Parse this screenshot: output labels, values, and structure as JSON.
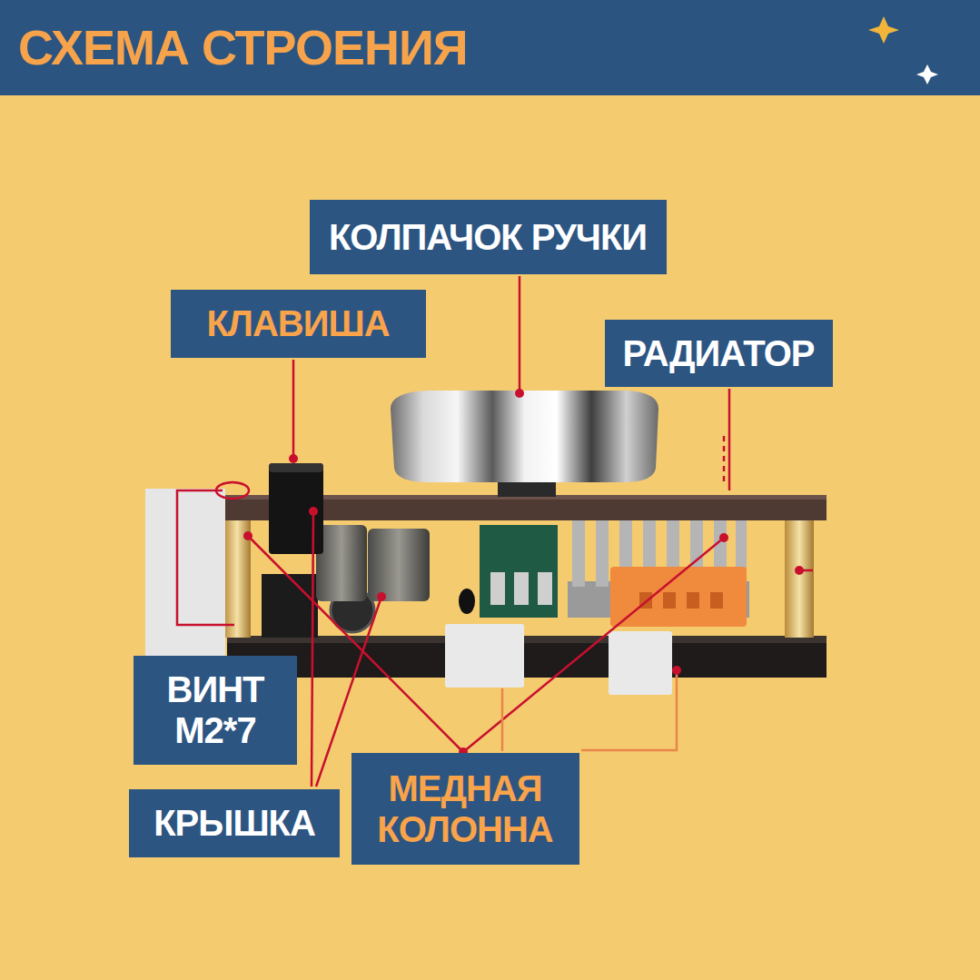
{
  "diagram": {
    "title": "СХЕМА СТРОЕНИЯ",
    "nodes": [
      {
        "text": [
          "КОЛПАЧОК РУЧКИ"
        ]
      },
      {
        "text": [
          "КЛАВИША"
        ]
      },
      {
        "text": [
          "РАДИАТОР"
        ]
      },
      {
        "text": [
          "ВИНТ M2*7"
        ]
      },
      {
        "text": [
          "МЕДНАЯ КОЛОННА"
        ]
      },
      {
        "text": [
          "КРЫШКА"
        ]
      }
    ],
    "edges": []
  }
}
